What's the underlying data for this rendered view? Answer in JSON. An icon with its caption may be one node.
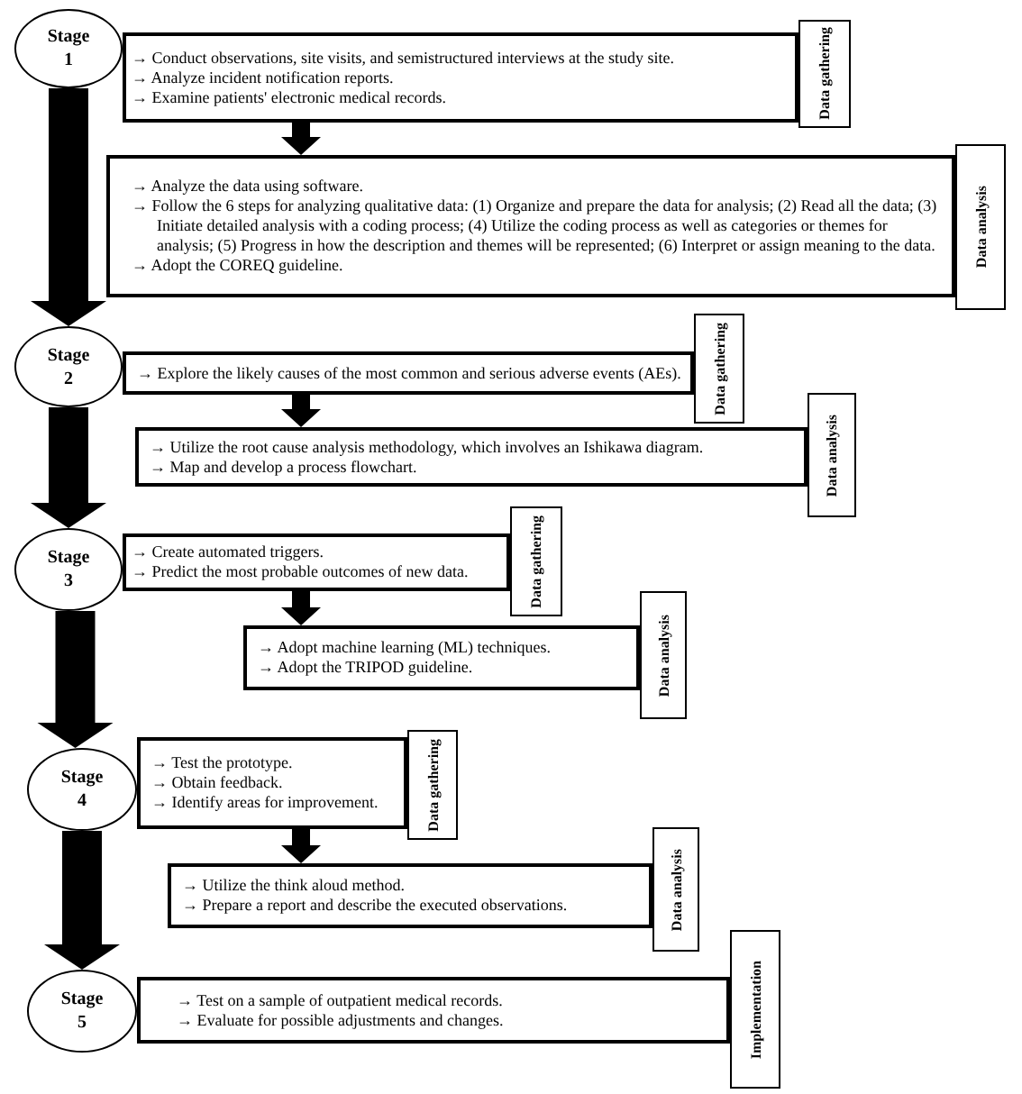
{
  "diagram": {
    "nodes": [
      {
        "text": [
          "Stage 1"
        ]
      },
      {
        "text": [
          "→ Conduct observations, site visits, and semistructured interviews at the study site.",
          "→ Analyze incident notification reports.",
          "→ Examine patients' electronic medical records."
        ]
      },
      {
        "text": [
          "Data gathering"
        ]
      },
      {
        "text": [
          "→ Analyze the data using software.",
          "→ Follow the 6 steps for analyzing qualitative data: (1) Organize and prepare the data for analysis; (2) Read all the data; (3) Initiate detailed analysis with a coding process; (4) Utilize the coding process as well as categories or themes for analysis; (5) Progress in how the description and themes will be represented; (6) Interpret or assign meaning to the data.",
          "→ Adopt the COREQ guideline."
        ]
      },
      {
        "text": [
          "Data analysis"
        ]
      },
      {
        "text": [
          "Stage 2"
        ]
      },
      {
        "text": [
          "→ Explore the likely causes of the most common and serious adverse events (AEs)."
        ]
      },
      {
        "text": [
          "Data gathering"
        ]
      },
      {
        "text": [
          "→ Utilize the root cause analysis methodology, which involves an Ishikawa diagram.",
          "→ Map and develop a process flowchart."
        ]
      },
      {
        "text": [
          "Data analysis"
        ]
      },
      {
        "text": [
          "Stage 3"
        ]
      },
      {
        "text": [
          "→ Create automated triggers.",
          "→ Predict the most probable outcomes of new data."
        ]
      },
      {
        "text": [
          "Data gathering"
        ]
      },
      {
        "text": [
          "→ Adopt machine learning (ML) techniques.",
          "→ Adopt the TRIPOD guideline."
        ]
      },
      {
        "text": [
          "Data analysis"
        ]
      },
      {
        "text": [
          "Stage 4"
        ]
      },
      {
        "text": [
          "→ Test the prototype.",
          "→ Obtain feedback.",
          "→ Identify areas for improvement."
        ]
      },
      {
        "text": [
          "Data gathering"
        ]
      },
      {
        "text": [
          "→ Utilize the think aloud method.",
          "→ Prepare a report and describe the executed observations."
        ]
      },
      {
        "text": [
          "Data analysis"
        ]
      },
      {
        "text": [
          "Stage 5"
        ]
      },
      {
        "text": [
          "→ Test on a sample of outpatient medical records.",
          "→ Evaluate for possible adjustments and changes."
        ]
      },
      {
        "text": [
          "Implementation"
        ]
      }
    ],
    "edges": [
      {
        "from": 1,
        "to": 3,
        "arrow": "to"
      },
      {
        "from": 0,
        "to": 5,
        "arrow": "to",
        "style": "thick"
      },
      {
        "from": 6,
        "to": 8,
        "arrow": "to"
      },
      {
        "from": 5,
        "to": 10,
        "arrow": "to",
        "style": "thick"
      },
      {
        "from": 11,
        "to": 13,
        "arrow": "to"
      },
      {
        "from": 10,
        "to": 15,
        "arrow": "to",
        "style": "thick"
      },
      {
        "from": 16,
        "to": 18,
        "arrow": "to"
      },
      {
        "from": 15,
        "to": 20,
        "arrow": "to",
        "style": "thick"
      }
    ]
  }
}
